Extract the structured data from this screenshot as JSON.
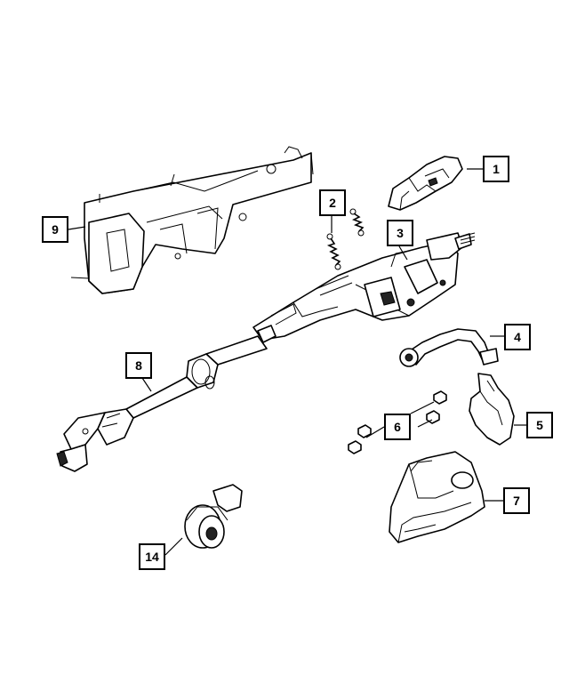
{
  "callouts": [
    {
      "id": "1",
      "label": "1"
    },
    {
      "id": "2",
      "label": "2"
    },
    {
      "id": "3",
      "label": "3"
    },
    {
      "id": "4",
      "label": "4"
    },
    {
      "id": "5",
      "label": "5"
    },
    {
      "id": "6",
      "label": "6"
    },
    {
      "id": "7",
      "label": "7"
    },
    {
      "id": "8",
      "label": "8"
    },
    {
      "id": "9",
      "label": "9"
    },
    {
      "id": "14",
      "label": "14"
    }
  ],
  "parts": [
    {
      "callout": "1",
      "name": "upper-shroud-cover"
    },
    {
      "callout": "2",
      "name": "tension-springs"
    },
    {
      "callout": "3",
      "name": "steering-column"
    },
    {
      "callout": "4",
      "name": "tilt-lever"
    },
    {
      "callout": "5",
      "name": "shroud-trim-piece"
    },
    {
      "callout": "6",
      "name": "nuts"
    },
    {
      "callout": "7",
      "name": "lower-shroud"
    },
    {
      "callout": "8",
      "name": "intermediate-shaft"
    },
    {
      "callout": "9",
      "name": "mounting-bracket"
    },
    {
      "callout": "14",
      "name": "isolator-bushing"
    }
  ]
}
